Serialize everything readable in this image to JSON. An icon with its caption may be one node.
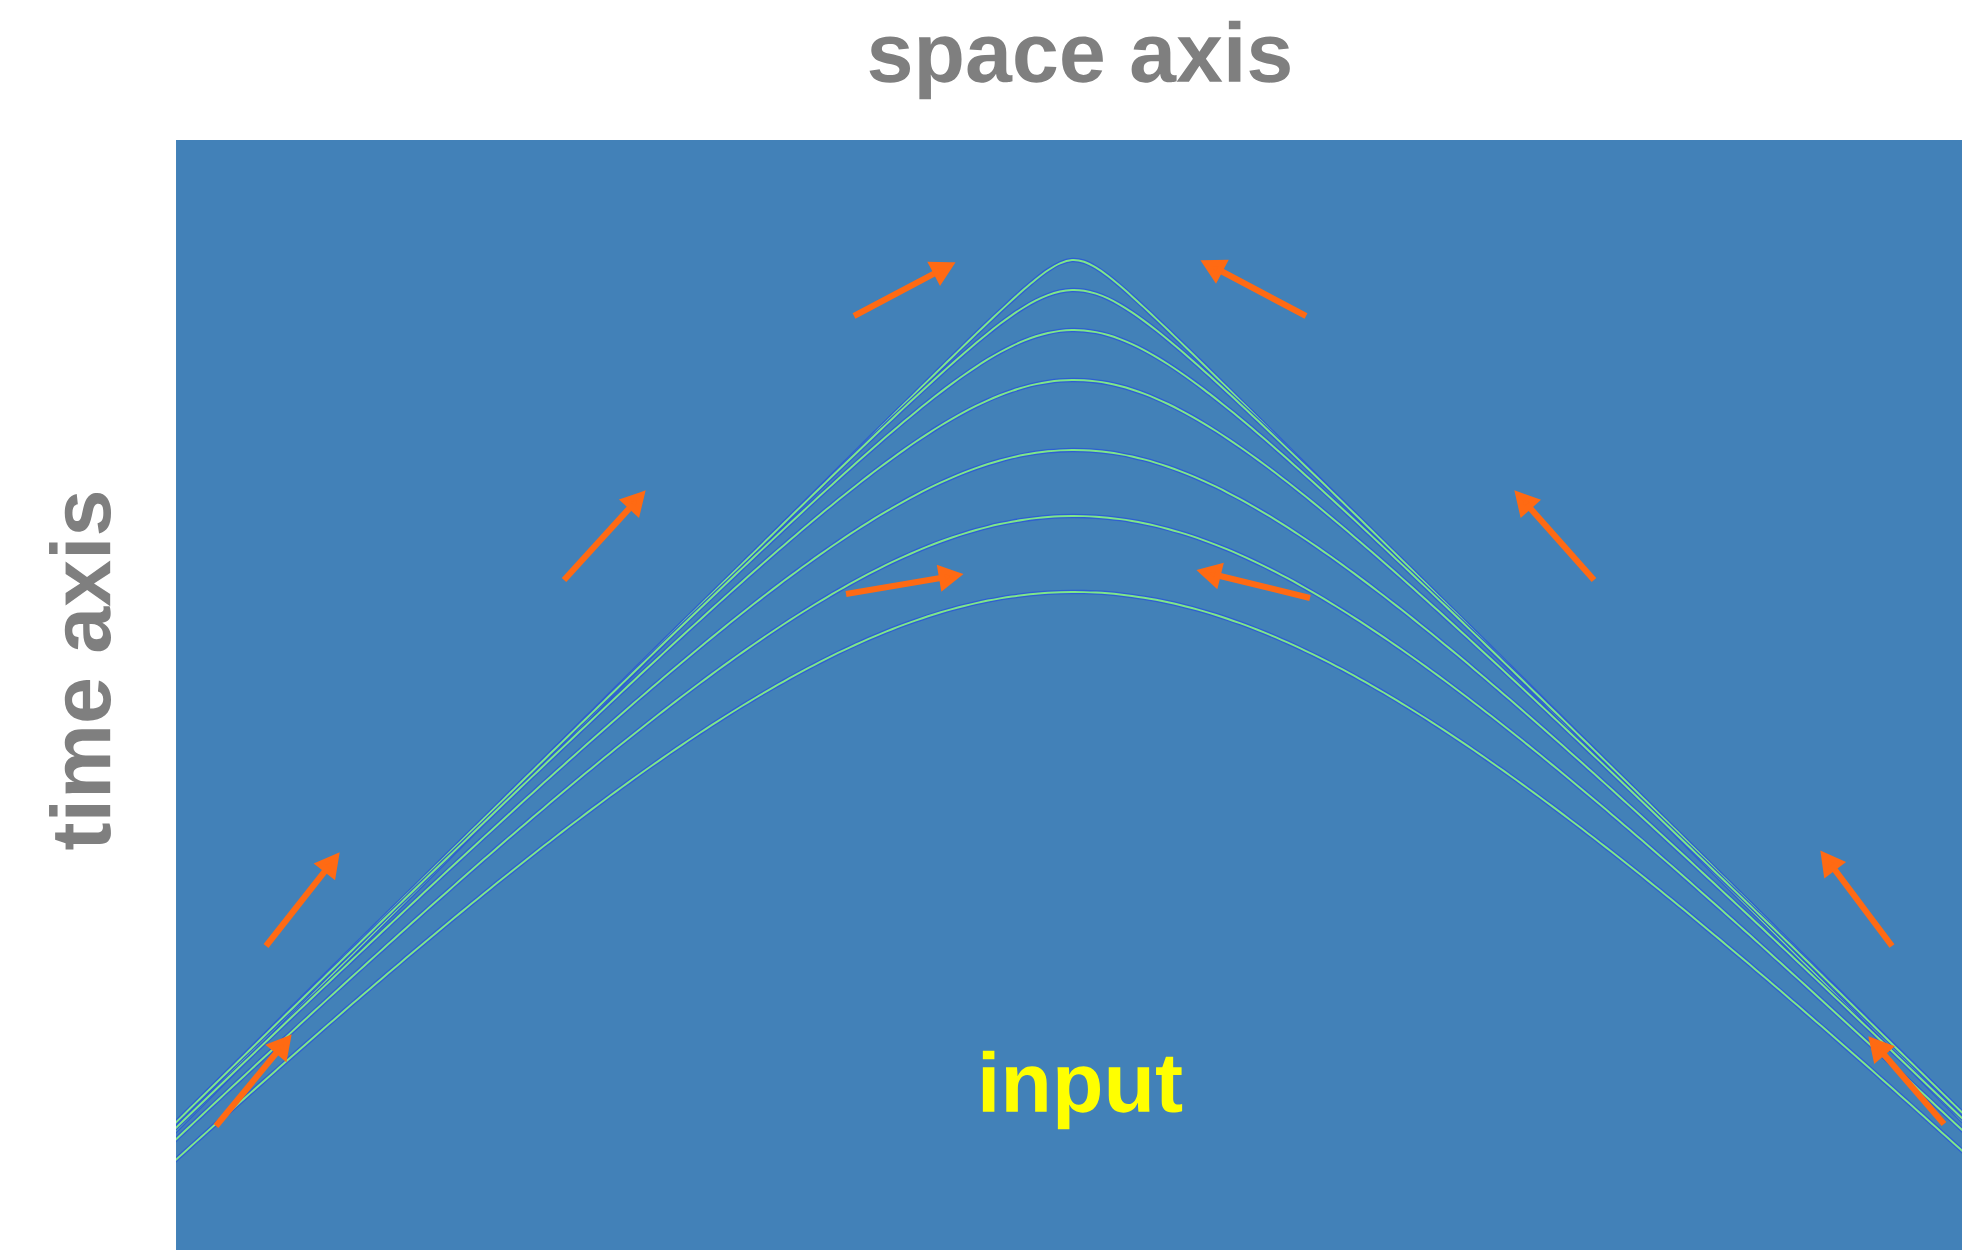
{
  "diagram": {
    "labels": [
      "space axis",
      "time axis",
      "input"
    ]
  }
}
